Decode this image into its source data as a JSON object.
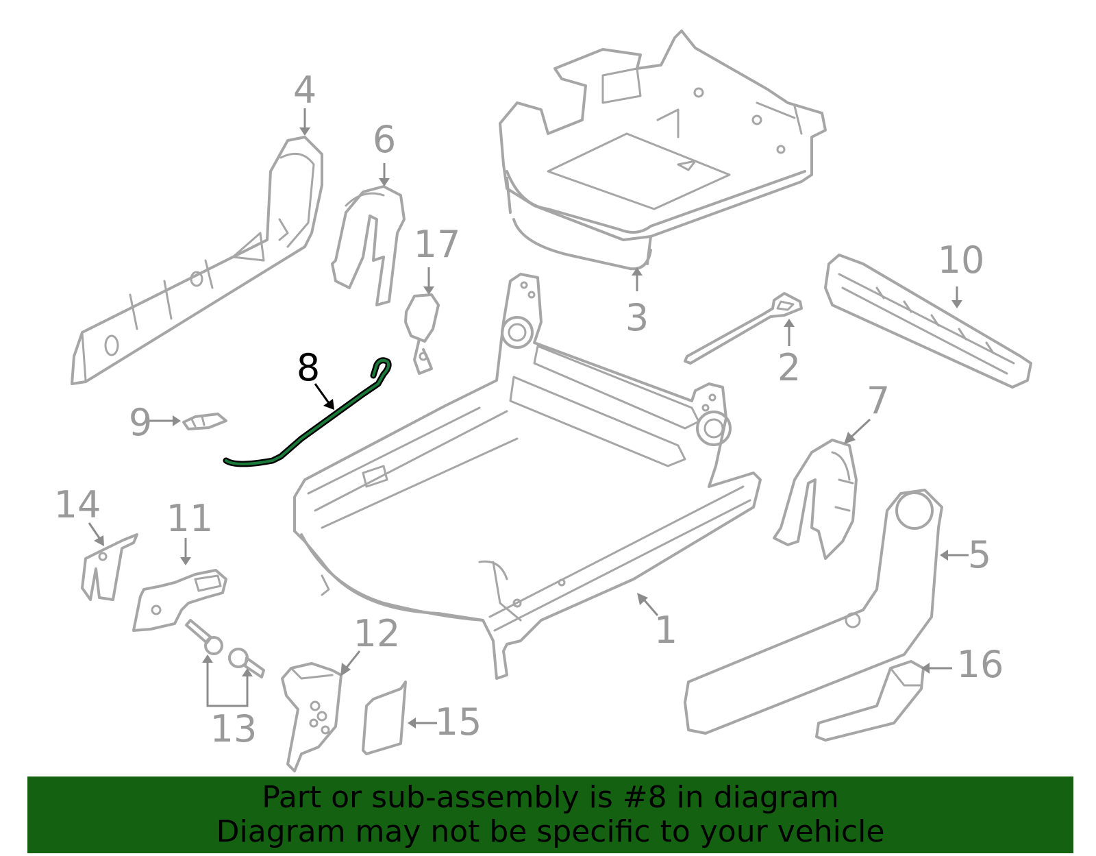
{
  "callouts": {
    "c1": "1",
    "c2": "2",
    "c3": "3",
    "c4": "4",
    "c5": "5",
    "c6": "6",
    "c7": "7",
    "c8": "8",
    "c9": "9",
    "c10": "10",
    "c11": "11",
    "c12": "12",
    "c13": "13",
    "c14": "14",
    "c15": "15",
    "c16": "16",
    "c17": "17"
  },
  "highlighted_part": "8",
  "colors": {
    "banner": "#156112",
    "part_lines": "#a6a6a6",
    "highlight": "#000000",
    "highlight_fill": "#1a7a3a"
  },
  "banner": {
    "line1": "Part or sub-assembly is #8 in diagram",
    "line2": "Diagram may not be specific to your vehicle"
  }
}
